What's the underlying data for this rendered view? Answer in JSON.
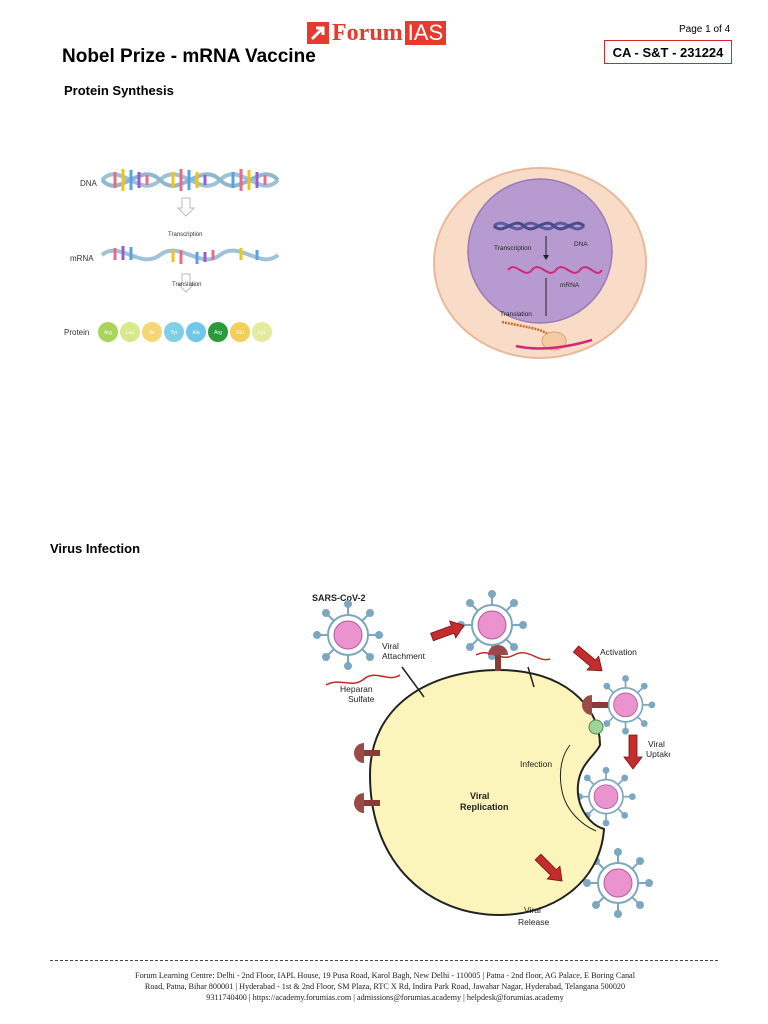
{
  "header": {
    "logo_forum": "Forum",
    "logo_ias": "IAS",
    "page_label": "Page 1 of 4",
    "ca_code": "CA - S&T - 231224",
    "title": "Nobel Prize - mRNA Vaccine",
    "accent_color": "#e63a2e"
  },
  "sections": {
    "protein_synthesis": "Protein Synthesis",
    "virus_infection": "Virus Infection"
  },
  "diagram1": {
    "dna": "DNA",
    "transcription": "Transcription",
    "mrna": "mRNA",
    "translation": "Translation",
    "protein": "Protein",
    "beads": [
      "Arg",
      "Leu",
      "Ile",
      "Tyr",
      "Ala",
      "Arg",
      "Glu",
      "Lys"
    ]
  },
  "diagram2": {
    "transcription": "Transcription",
    "dna": "DNA",
    "mrna": "mRNA",
    "translation": "Translation"
  },
  "diagram3": {
    "sars": "SARS-CoV-2",
    "viral": "Viral",
    "attachment": "Attachment",
    "heparan": "Heparan",
    "sulfate": "Sulfate",
    "activation": "Activation",
    "uptake": "Uptake",
    "infection": "Infection",
    "replication": "Replication",
    "release": "Release"
  },
  "footer": {
    "line1": "Forum Learning Centre: Delhi - 2nd Floor, IAPL House, 19 Pusa Road, Karol Bagh, New Delhi - 110005 | Patna - 2nd floor, AG Palace, E Boring Canal",
    "line2": "Road, Patna, Bihar 800001 | Hyderabad - 1st & 2nd Floor, SM Plaza, RTC X Rd, Indira Park Road, Jawahar Nagar, Hyderabad, Telangana 500020",
    "line3": "9311740400 | https://academy.forumias.com | admissions@forumias.academy | helpdesk@forumias.academy"
  }
}
